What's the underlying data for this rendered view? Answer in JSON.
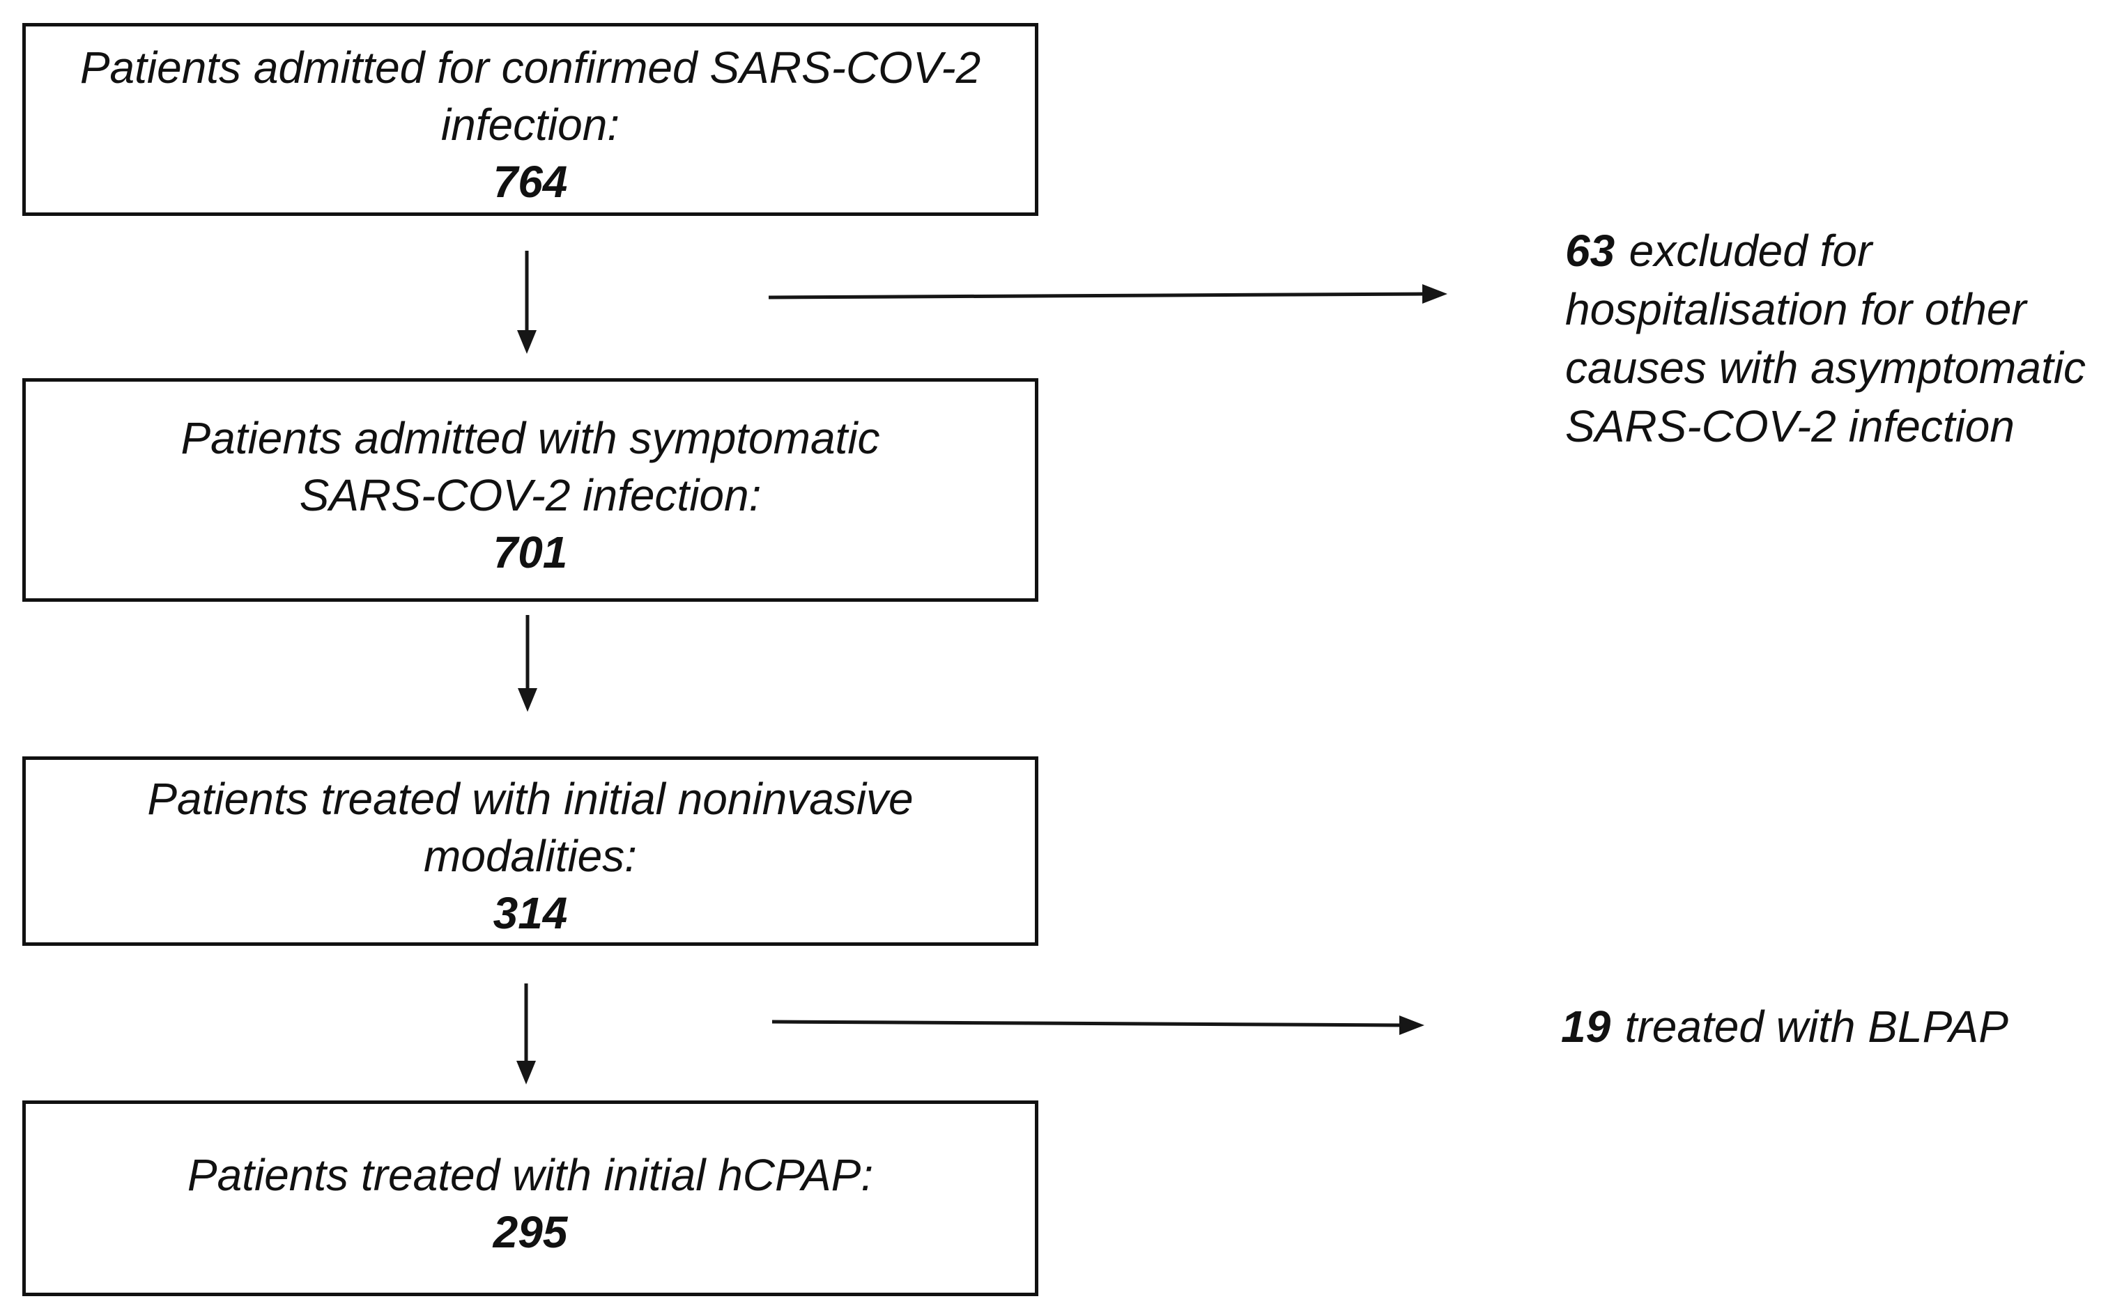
{
  "diagram": {
    "title_semantics": "Patient inclusion flowchart",
    "colors": {
      "background": "#ffffff",
      "ink": "#161616"
    },
    "boxes": [
      {
        "lines": [
          "Patients admitted for confirmed SARS-COV-2",
          "infection:"
        ],
        "count": "764"
      },
      {
        "lines": [
          "Patients admitted with symptomatic",
          "SARS-COV-2 infection:"
        ],
        "count": "701"
      },
      {
        "lines": [
          "Patients treated with initial noninvasive",
          "modalities:"
        ],
        "count": "314"
      },
      {
        "lines": [
          "Patients treated with initial hCPAP:"
        ],
        "count": "295"
      }
    ],
    "side_notes": [
      {
        "count": "63",
        "lines": [
          "excluded for",
          "hospitalisation for other",
          "causes with asymptomatic",
          "SARS-COV-2 infection"
        ]
      },
      {
        "count": "19",
        "lines": [
          "treated with BLPAP"
        ]
      }
    ]
  }
}
